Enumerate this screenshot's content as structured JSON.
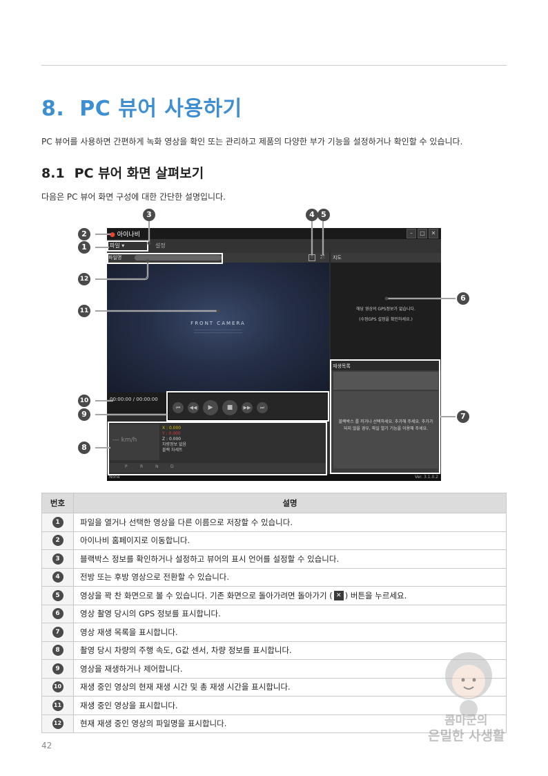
{
  "page": {
    "number": "42"
  },
  "section": {
    "number": "8.",
    "title": "PC 뷰어 사용하기",
    "intro": "PC 뷰어를 사용하면 간편하게 녹화 영상을 확인 또는 관리하고 제품의 다양한 부가 기능을 설정하거나 확인할 수 있습니다."
  },
  "subsection": {
    "number": "8.1",
    "title": "PC 뷰어 화면 살펴보기",
    "intro": "다음은 PC 뷰어 화면 구성에 대한 간단한 설명입니다."
  },
  "screenshot": {
    "logo": "아이나비",
    "menu_file": "파일 ▾",
    "menu_settings": "설정",
    "filename_label": "파일명",
    "front_camera": "FRONT CAMERA",
    "gps_header": "지도",
    "gps_message_1": "해당 영상의 GPS정보가 없습니다.",
    "gps_message_2": "(수정GPS 설정을 확인하세요.)",
    "list_header": "재생목록",
    "list_message": "블랙박스 를 끼거나 선택하세요. 추가해 주세요. 추가가 되지 않을 경우, 파일 열기 기능을 이용해 주세요.",
    "time": "00:00:00 / 00:00:00",
    "speed_value": "--- km/h",
    "gx": "X : 0.000",
    "gy": "Y : 0.000",
    "gz": "Z : 0.000",
    "car_info_1": "차량정보 없음",
    "car_info_2": "블랙 차세트",
    "dash_labels": [
      "P",
      "R",
      "N",
      "D"
    ],
    "status_left": "None",
    "status_right": "Ver. 3.1.0.2"
  },
  "callouts": [
    "1",
    "2",
    "3",
    "4",
    "5",
    "6",
    "7",
    "8",
    "9",
    "10",
    "11",
    "12"
  ],
  "table": {
    "headers": {
      "number": "번호",
      "description": "설명"
    },
    "rows": [
      {
        "no": "1",
        "text": "파일을 열거나 선택한 영상을 다른 이름으로 저장할 수 있습니다."
      },
      {
        "no": "2",
        "text": "아이나비 홈페이지로 이동합니다."
      },
      {
        "no": "3",
        "text": "블랙박스 정보를 확인하거나 설정하고 뷰어의 표시 언어를 설정할 수 있습니다."
      },
      {
        "no": "4",
        "text": "전방 또는 후방 영상으로 전환할 수 있습니다."
      },
      {
        "no": "5",
        "text_before": "영상을 꽉 찬 화면으로 볼 수 있습니다. 기존 화면으로 돌아가려면 돌아가기 (",
        "text_after": ") 버튼을 누르세요."
      },
      {
        "no": "6",
        "text": "영상 촬영 당시의 GPS 정보를 표시합니다."
      },
      {
        "no": "7",
        "text": "영상 재생 목록을 표시합니다."
      },
      {
        "no": "8",
        "text": "촬영 당시 차량의 주행 속도, G값 센서, 차량 정보를 표시합니다."
      },
      {
        "no": "9",
        "text": "영상을 재생하거나 제어합니다."
      },
      {
        "no": "10",
        "text": "재생 중인 영상의 현재 재생 시간 및 총 재생 시간을 표시합니다."
      },
      {
        "no": "11",
        "text": "재생 중인 영상을 표시합니다."
      },
      {
        "no": "12",
        "text": "현재 재생 중인 영상의 파일명을 표시합니다."
      }
    ]
  },
  "watermark": {
    "line1": "콤마군의",
    "line2": "은밀한 사생활"
  }
}
